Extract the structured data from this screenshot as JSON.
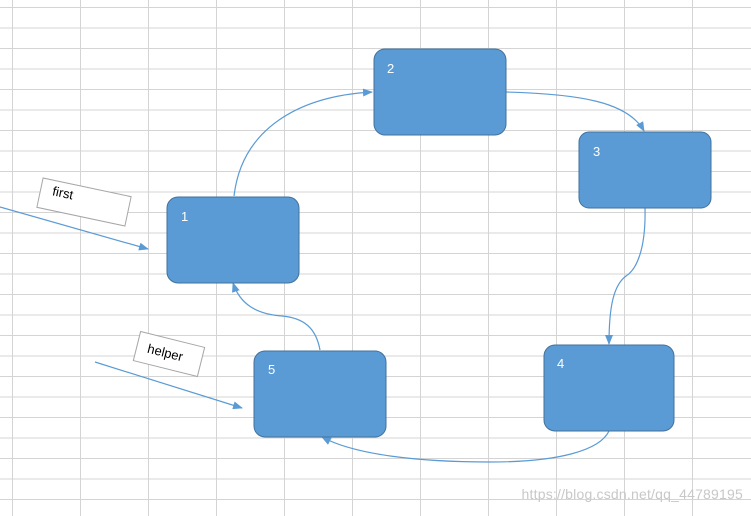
{
  "nodes": [
    {
      "id": "1",
      "label": "1"
    },
    {
      "id": "2",
      "label": "2"
    },
    {
      "id": "3",
      "label": "3"
    },
    {
      "id": "4",
      "label": "4"
    },
    {
      "id": "5",
      "label": "5"
    }
  ],
  "edges": [
    {
      "from": "1",
      "to": "2"
    },
    {
      "from": "2",
      "to": "3"
    },
    {
      "from": "3",
      "to": "4"
    },
    {
      "from": "4",
      "to": "5"
    },
    {
      "from": "5",
      "to": "1"
    }
  ],
  "pointers": [
    {
      "id": "first",
      "label": "first",
      "target": "1"
    },
    {
      "id": "helper",
      "label": "helper",
      "target": "5"
    }
  ],
  "watermark": "https://blog.csdn.net/qq_44789195",
  "colors": {
    "node_fill": "#5b9bd5",
    "node_border": "#41719c",
    "arrow": "#5b9bd5",
    "gridline": "#d4d4d4"
  }
}
